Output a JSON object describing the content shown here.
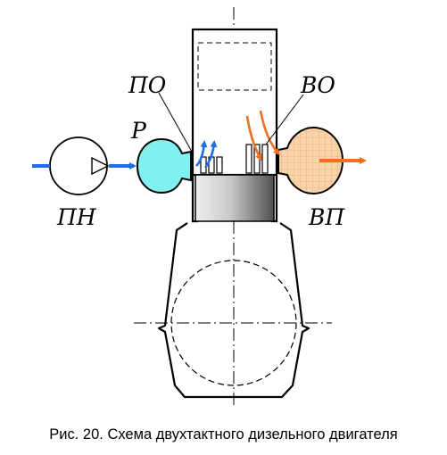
{
  "labels": {
    "po": "ПО",
    "vo": "ВО",
    "r": "Р",
    "pn": "ПН",
    "vp": "ВП"
  },
  "caption": "Рис. 20. Схема двухтактного дизельного двигателя",
  "colors": {
    "intake_receiver": "#80f0f0",
    "exhaust_receiver": "#f8d4a8",
    "intake_arrow": "#1e6ee8",
    "exhaust_arrow": "#f07020",
    "piston_light": "#e8e8e8",
    "piston_dark": "#5a5a5a",
    "outline": "#000000"
  }
}
